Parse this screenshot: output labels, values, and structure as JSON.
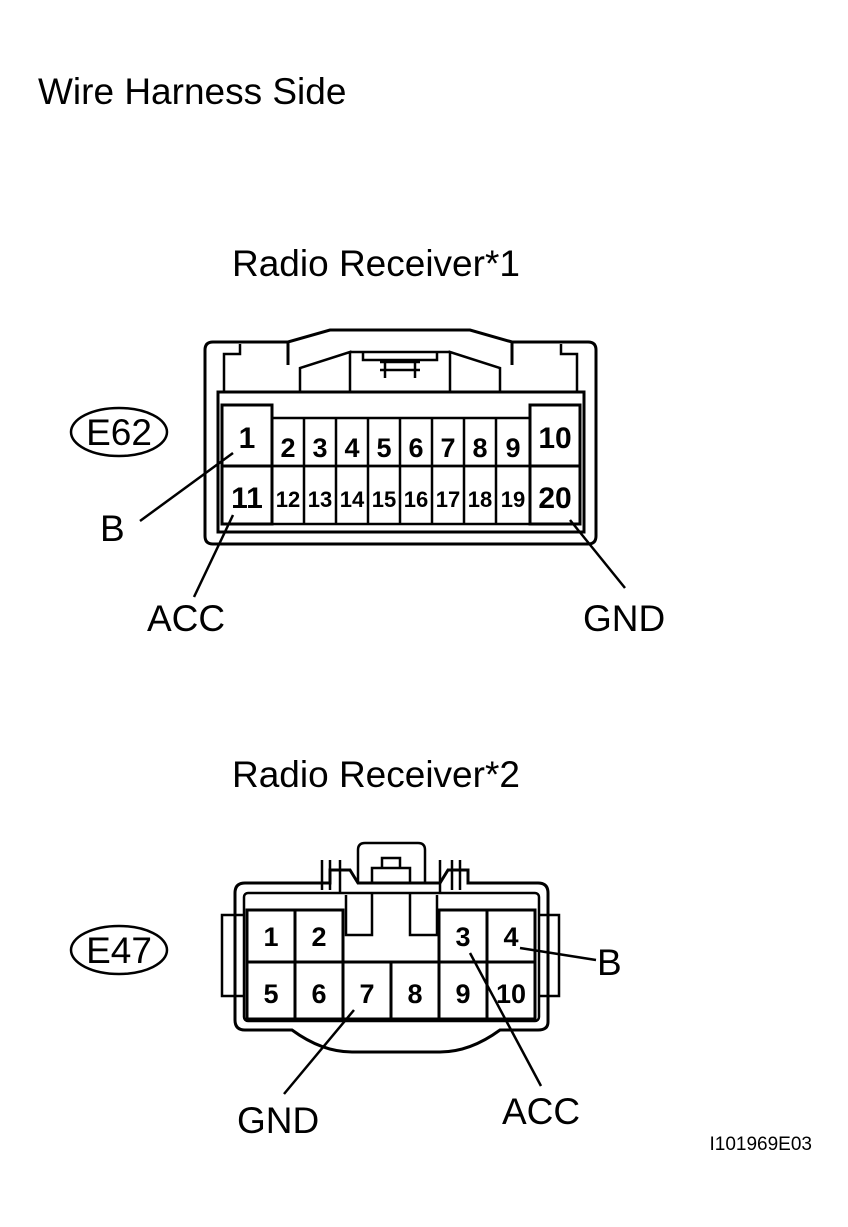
{
  "title": "Wire Harness Side",
  "connectors": [
    {
      "name": "Radio Receiver*1",
      "code": "E62",
      "pins_top": [
        "1",
        "2",
        "3",
        "4",
        "5",
        "6",
        "7",
        "8",
        "9",
        "10"
      ],
      "pins_bottom": [
        "11",
        "12",
        "13",
        "14",
        "15",
        "16",
        "17",
        "18",
        "19",
        "20"
      ],
      "callouts": {
        "b": "B",
        "acc": "ACC",
        "gnd": "GND"
      }
    },
    {
      "name": "Radio Receiver*2",
      "code": "E47",
      "pins_top": [
        "1",
        "2",
        "3",
        "4"
      ],
      "pins_bottom": [
        "5",
        "6",
        "7",
        "8",
        "9",
        "10"
      ],
      "callouts": {
        "b": "B",
        "acc": "ACC",
        "gnd": "GND"
      }
    }
  ],
  "figure_id": "I101969E03"
}
